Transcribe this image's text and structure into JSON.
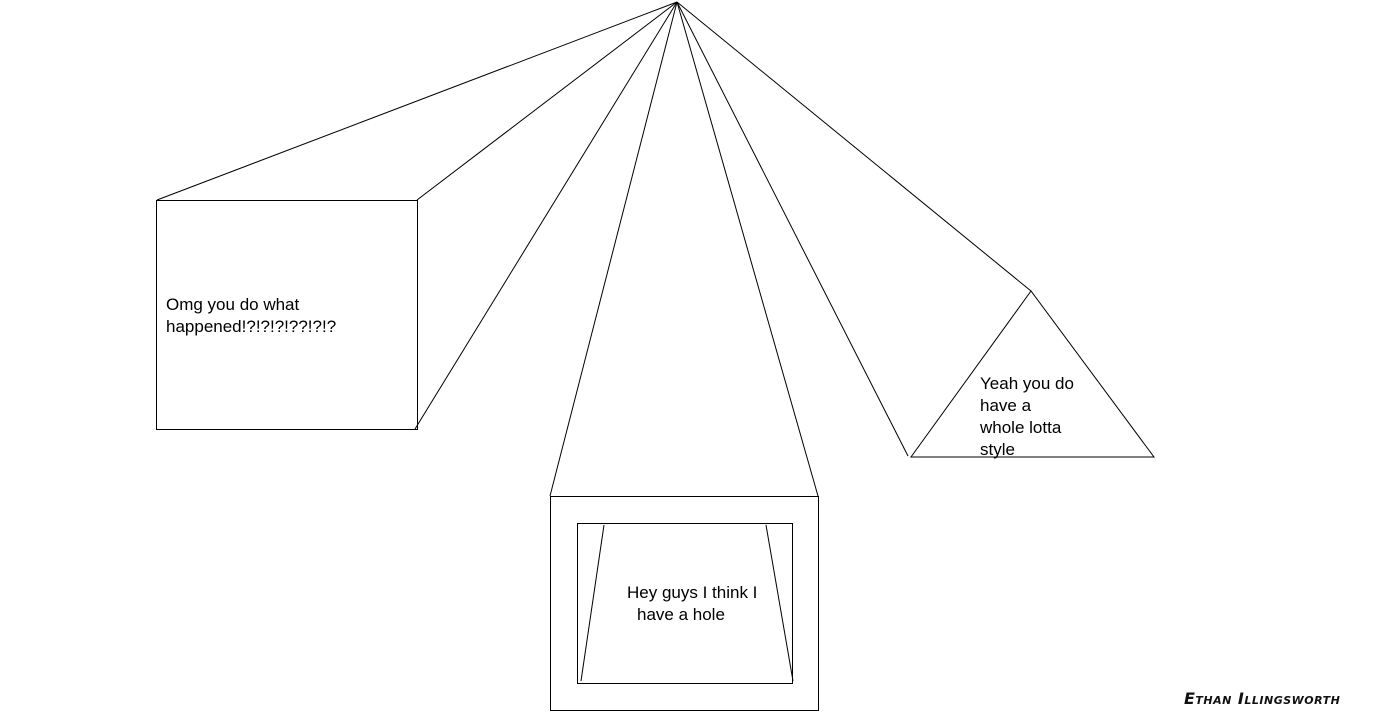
{
  "boxes": {
    "left_square": {
      "line1": "Omg you do what",
      "line2": "happened!?!?!?!??!?!?"
    },
    "bottom_frame": {
      "line1": "Hey guys I think I",
      "line2": "have a hole"
    },
    "triangle": {
      "line1": "Yeah you do",
      "line2": "have a",
      "line3": "whole lotta",
      "line4": "style"
    }
  },
  "signature": "Ethan Illingsworth"
}
